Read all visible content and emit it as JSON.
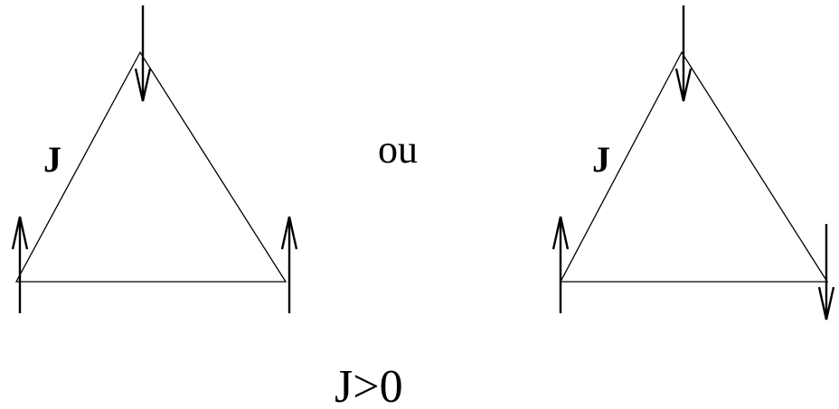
{
  "labels": {
    "coupling_left": "J",
    "coupling_right": "J",
    "separator": "ou",
    "condition": "J>0"
  },
  "configurations": [
    {
      "name": "left",
      "spins": {
        "top": "down",
        "bottom_left": "up",
        "bottom_right": "up"
      }
    },
    {
      "name": "right",
      "spins": {
        "top": "down",
        "bottom_left": "up",
        "bottom_right": "down"
      }
    }
  ],
  "colors": {
    "ink": "#000000",
    "background": "#ffffff"
  }
}
